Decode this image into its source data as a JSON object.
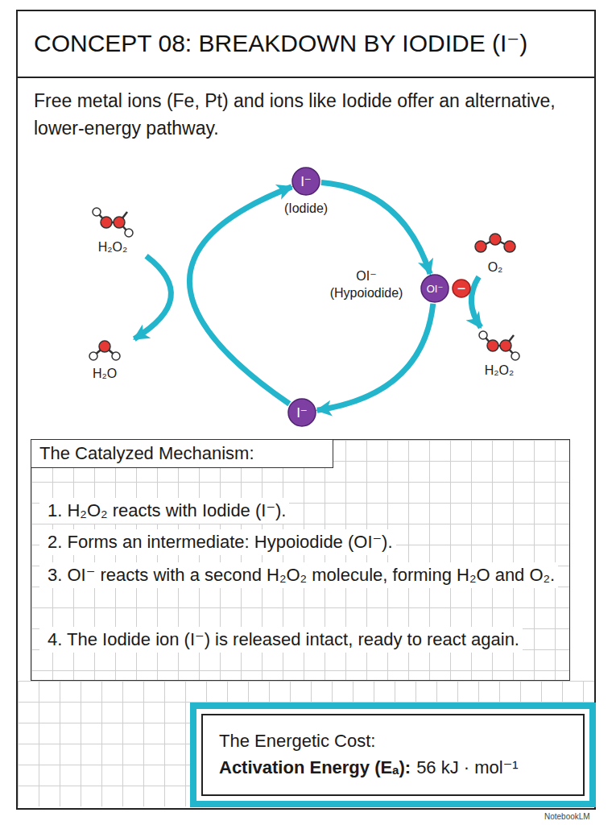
{
  "diagram": {
    "title": "CONCEPT 08: BREAKDOWN BY IODIDE (I⁻)",
    "nodes": [
      {
        "text": [
          "I⁻",
          "(Iodide)"
        ]
      },
      {
        "text": [
          "H₂O₂"
        ]
      },
      {
        "text": [
          "O₂"
        ]
      },
      {
        "text": [
          "OI⁻",
          "OI⁻ (Hypoiodide)"
        ]
      },
      {
        "text": [
          "−"
        ]
      },
      {
        "text": [
          "H₂O"
        ]
      },
      {
        "text": [
          "H₂O₂"
        ]
      },
      {
        "text": [
          "I⁻"
        ]
      },
      {
        "text": [
          "1. H₂O₂ reacts with Iodide (I⁻).",
          "2. Forms an intermediate: Hypoiodide (OI⁻).",
          "3. OI⁻ reacts with a second H₂O₂ molecule, forming H₂O and O₂.",
          "4. The Iodide ion (I⁻) is released intact, ready to react again."
        ]
      },
      {
        "text": [
          "The Catalyzed Mechanism:"
        ],
        "in": 8
      },
      {
        "text": [
          "The Energetic Cost:",
          "Activation Energy (Eₐ):",
          "56 kJ · mol⁻¹"
        ]
      }
    ],
    "edges": [
      {
        "from": 0,
        "to": 3,
        "arrow": "to"
      },
      {
        "from": 3,
        "to": 7,
        "arrow": "to"
      },
      {
        "from": 7,
        "to": 0,
        "arrow": "to"
      },
      {
        "from": 1,
        "to": 5,
        "arrow": "to"
      },
      {
        "from": 2,
        "to": 6,
        "arrow": "to"
      }
    ],
    "labels": [
      "Free metal ions (Fe, Pt) and ions like Iodide offer an alternative, lower-energy pathway.",
      "NotebookLM"
    ]
  }
}
